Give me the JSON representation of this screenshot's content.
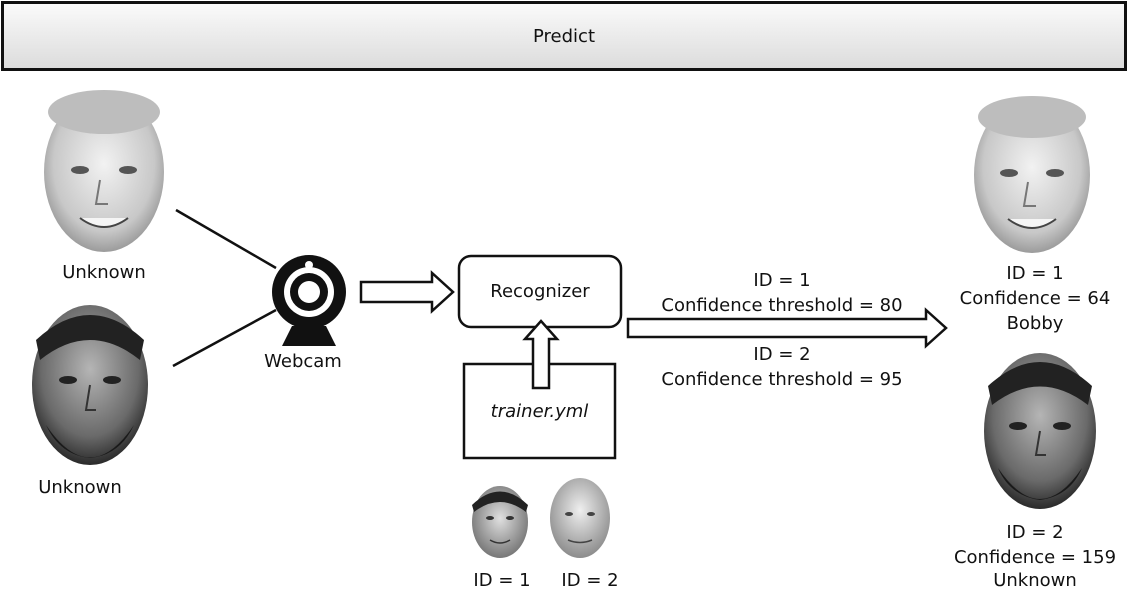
{
  "header": {
    "title": "Predict"
  },
  "inputs": [
    {
      "label": "Unknown"
    },
    {
      "label": "Unknown"
    }
  ],
  "webcam": {
    "label": "Webcam"
  },
  "recognizer": {
    "label": "Recognizer"
  },
  "trainer": {
    "file": "trainer.yml",
    "faces": [
      {
        "label": "ID = 1"
      },
      {
        "label": "ID = 2"
      }
    ]
  },
  "thresholds": [
    {
      "id": "ID = 1",
      "threshold": "Confidence threshold = 80"
    },
    {
      "id": "ID = 2",
      "threshold": "Confidence threshold = 95"
    }
  ],
  "results": [
    {
      "id": "ID = 1",
      "confidence": "Confidence = 64",
      "name": "Bobby"
    },
    {
      "id": "ID = 2",
      "confidence": "Confidence = 159",
      "name": "Unknown"
    }
  ],
  "colors": {
    "stroke": "#111111",
    "face_light": "#d9d9d9",
    "face_dark": "#3a3a3a"
  }
}
